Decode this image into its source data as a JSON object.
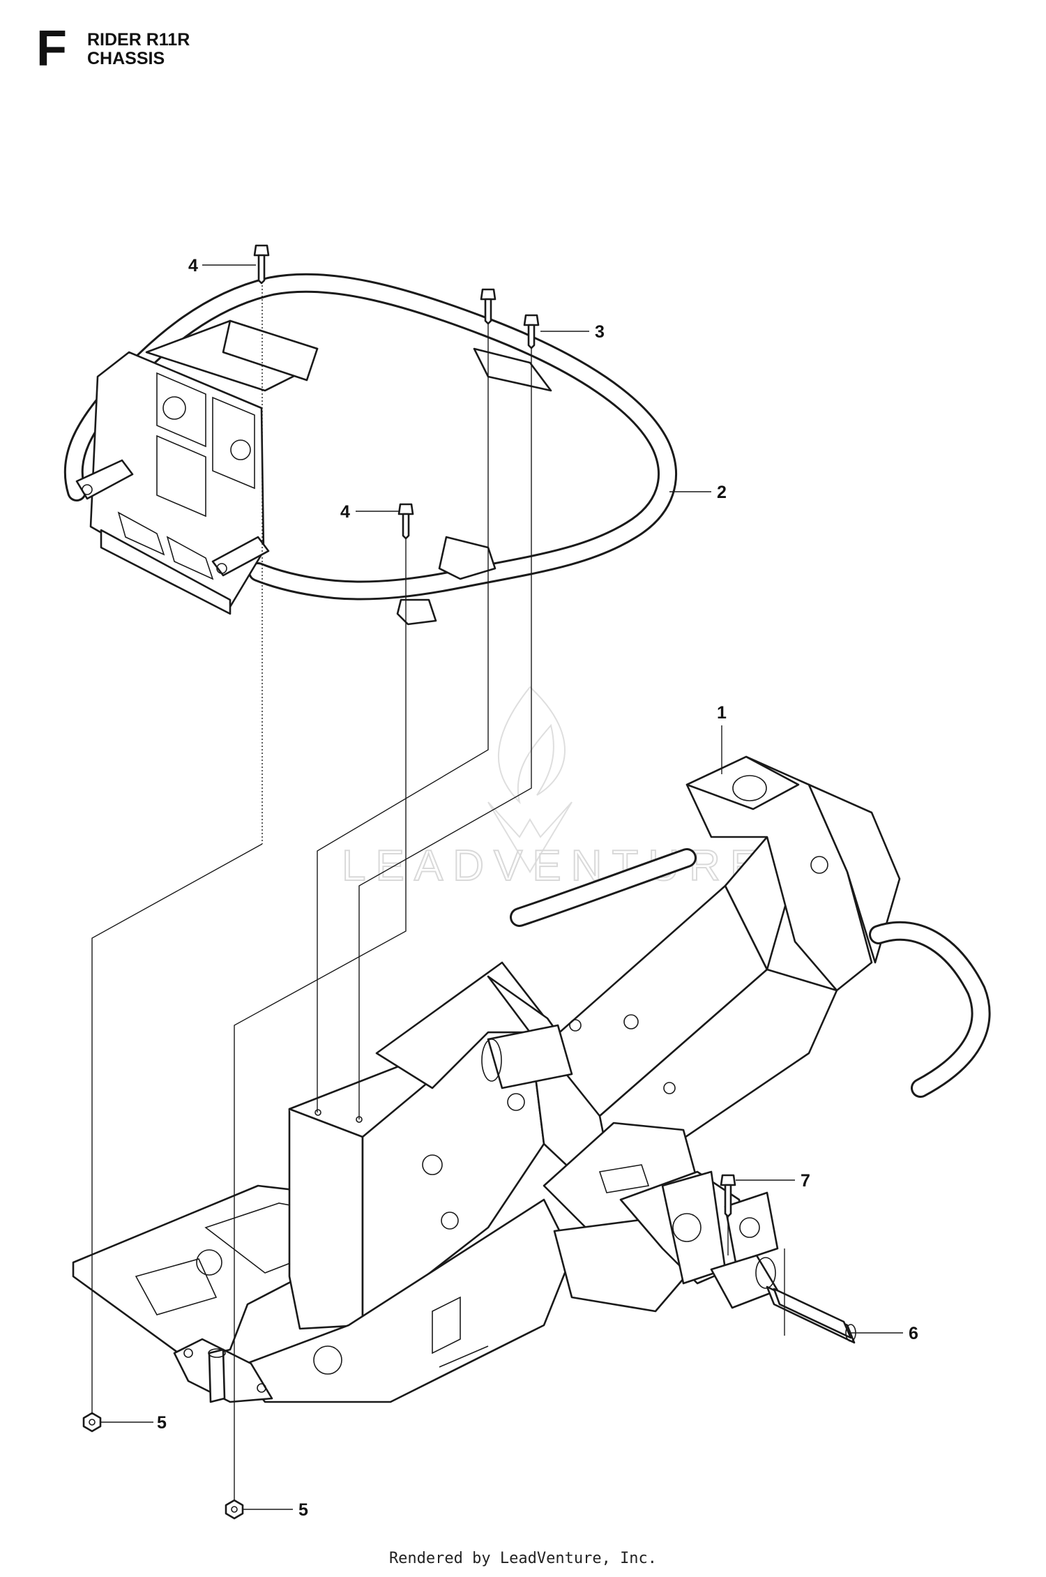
{
  "header": {
    "section_letter": "F",
    "model": "RIDER R11R",
    "assembly": "CHASSIS"
  },
  "callouts": [
    {
      "ref": "frame",
      "label": "1"
    },
    {
      "ref": "roll-bar",
      "label": "2"
    },
    {
      "ref": "bolt-right",
      "label": "3"
    },
    {
      "ref": "bolt-top",
      "label": "4"
    },
    {
      "ref": "bolt-mid",
      "label": "4"
    },
    {
      "ref": "nut-left",
      "label": "5"
    },
    {
      "ref": "nut-bottom",
      "label": "5"
    },
    {
      "ref": "pin",
      "label": "6"
    },
    {
      "ref": "bolt-axle",
      "label": "7"
    }
  ],
  "watermark": "LEADVENTURE",
  "footer": "Rendered by LeadVenture, Inc."
}
